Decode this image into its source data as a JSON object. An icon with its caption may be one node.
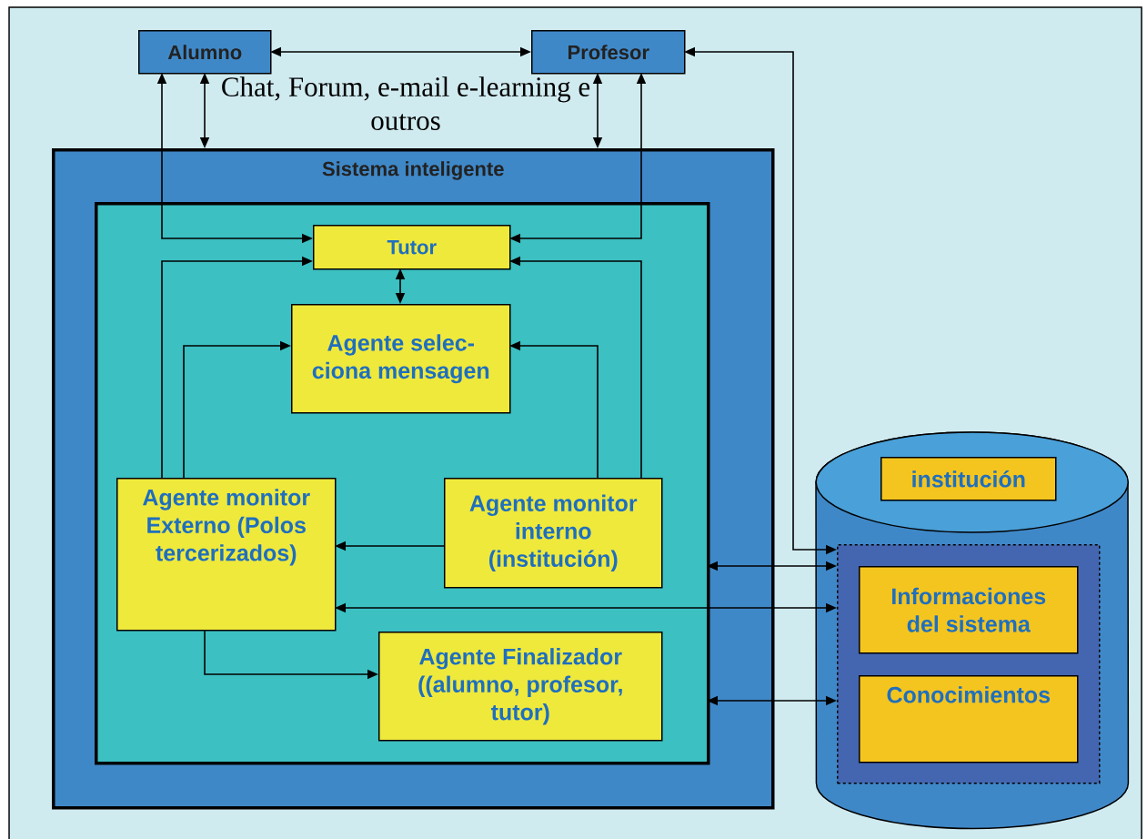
{
  "diagram": {
    "nodes": [
      {
        "text": [
          "Alumno"
        ]
      },
      {
        "text": [
          "Profesor"
        ]
      },
      {
        "text": [
          "Sistema inteligente"
        ]
      },
      {
        "text": [],
        "shape": "box",
        "in": 2
      },
      {
        "text": [
          "Tutor"
        ],
        "in": 3
      },
      {
        "text": [
          "Agente selec- ciona mensagen"
        ],
        "in": 3
      },
      {
        "text": [
          "Agente monitor Externo (Polos tercerizados)"
        ],
        "in": 3
      },
      {
        "text": [
          "Agente monitor interno (institución)"
        ],
        "in": 3
      },
      {
        "text": [
          "Agente Finalizador ((alumno, profesor, tutor)"
        ],
        "in": 3
      },
      {
        "text": [],
        "shape": "cylinder"
      },
      {
        "text": [
          "institución"
        ],
        "in": 9
      },
      {
        "text": [],
        "shape": "box",
        "in": 9
      },
      {
        "text": [
          "Informaciones del sistema"
        ],
        "in": 11
      },
      {
        "text": [
          "Conocimientos"
        ],
        "in": 11
      }
    ],
    "edges": [
      {
        "from": 0,
        "to": 1,
        "arrow": "both"
      },
      {
        "from": 0,
        "to": 2,
        "arrow": "both"
      },
      {
        "from": 1,
        "to": 2,
        "arrow": "both"
      },
      {
        "from": 0,
        "to": 4,
        "arrow": "both"
      },
      {
        "from": 1,
        "to": 4,
        "arrow": "both"
      },
      {
        "from": 1,
        "to": 11,
        "arrow": "both"
      },
      {
        "from": 6,
        "to": 4,
        "arrow": "to"
      },
      {
        "from": 6,
        "to": 5,
        "arrow": "to"
      },
      {
        "from": 7,
        "to": 4,
        "arrow": "to"
      },
      {
        "from": 7,
        "to": 5,
        "arrow": "to"
      },
      {
        "from": 4,
        "to": 5,
        "arrow": "both"
      },
      {
        "from": 7,
        "to": 6,
        "arrow": "to"
      },
      {
        "from": 3,
        "to": 11,
        "arrow": "both"
      },
      {
        "from": 6,
        "to": 11,
        "arrow": "both"
      },
      {
        "from": 6,
        "to": 8,
        "arrow": "to"
      },
      {
        "from": 3,
        "to": 11,
        "arrow": "both"
      }
    ],
    "labels": [
      "Chat, Forum, e-mail e-learning e outros"
    ]
  }
}
